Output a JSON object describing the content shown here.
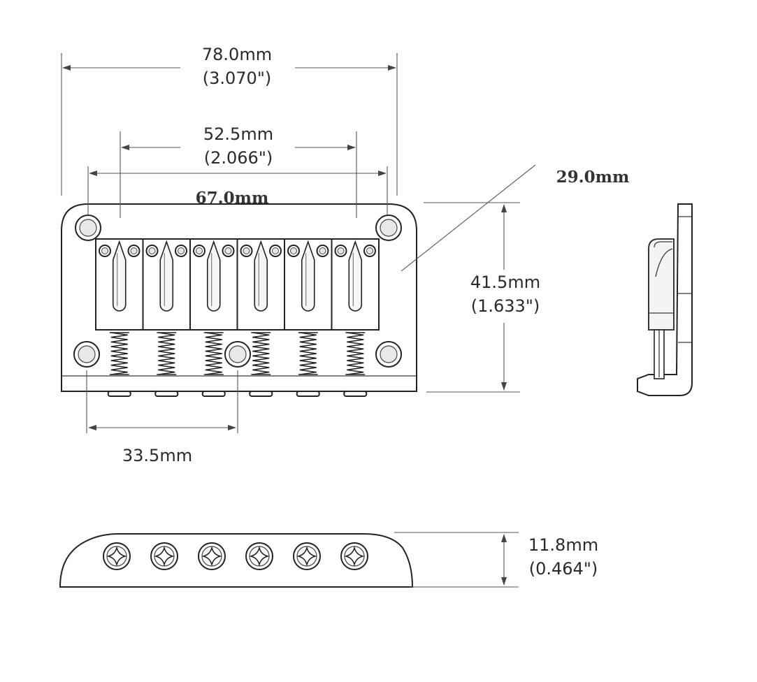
{
  "dimensions": {
    "overall_width": {
      "mm": "78.0mm",
      "inch": "(3.070\")"
    },
    "string_spacing": {
      "mm": "52.5mm",
      "inch": "(2.066\")"
    },
    "mount_spacing": {
      "mm": "67.0mm"
    },
    "offset_width": {
      "mm": "29.0mm"
    },
    "depth": {
      "mm": "41.5mm",
      "inch": "(1.633\")"
    },
    "center_offset": {
      "mm": "33.5mm"
    },
    "height": {
      "mm": "11.8mm",
      "inch": "(0.464\")"
    }
  },
  "parts": {
    "saddle_count": 6,
    "screw_count": 6,
    "mount_hole_count": 5
  }
}
